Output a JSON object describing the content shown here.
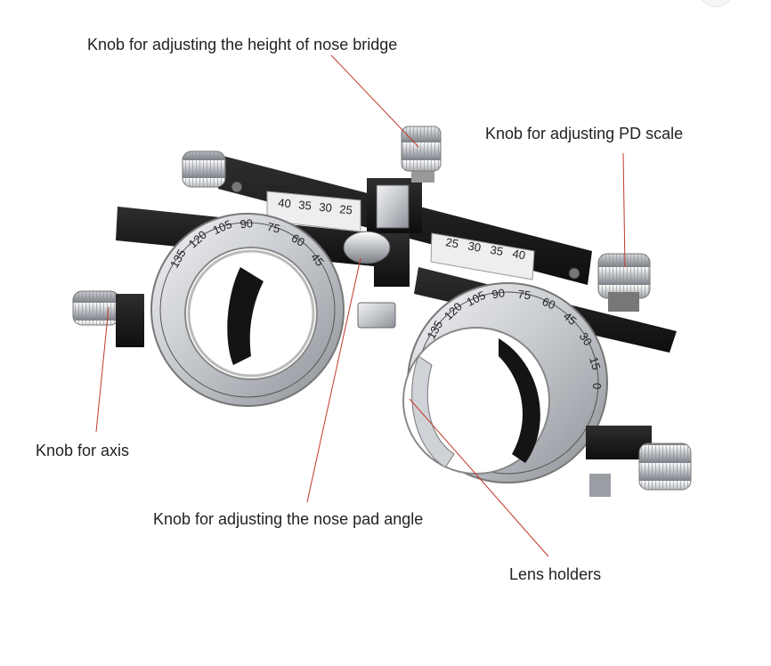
{
  "labels": {
    "nose_bridge": "Knob for adjusting the height of nose bridge",
    "pd_scale": "Knob for adjusting PD scale",
    "axis": "Knob for axis",
    "nose_pad": "Knob for adjusting the nose pad angle",
    "lens_holders": "Lens holders"
  },
  "scales": {
    "pd_left": [
      "40",
      "35",
      "30",
      "25"
    ],
    "pd_right": [
      "25",
      "30",
      "35",
      "40"
    ],
    "axis_left": [
      "135",
      "120",
      "105",
      "90",
      "75",
      "60",
      "45"
    ],
    "axis_right": [
      "135",
      "120",
      "105",
      "90",
      "75",
      "60",
      "45",
      "30",
      "15",
      "0"
    ]
  },
  "colors": {
    "frame": "#1a1a1a",
    "metal": "#c9cbcf",
    "leader": "#c0392b",
    "text": "#222222"
  }
}
